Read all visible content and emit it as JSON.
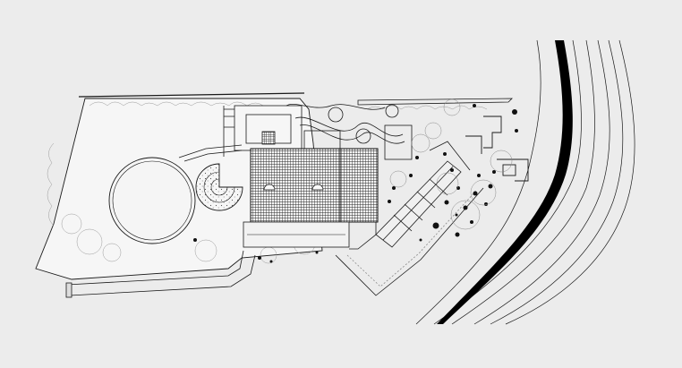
{
  "drawing": {
    "type": "site-plan",
    "background": "#ececec",
    "ink": "#1a1a1a",
    "roof_hatch": "#2a2a2a",
    "river_fill": "#000000",
    "parts": [
      "site-boundary",
      "circular-lawn",
      "spiral-garden",
      "main-roof-left",
      "main-roof-right",
      "south-terrace",
      "diagonal-wing",
      "river-channel",
      "contour-lines",
      "trees",
      "access-road"
    ]
  }
}
